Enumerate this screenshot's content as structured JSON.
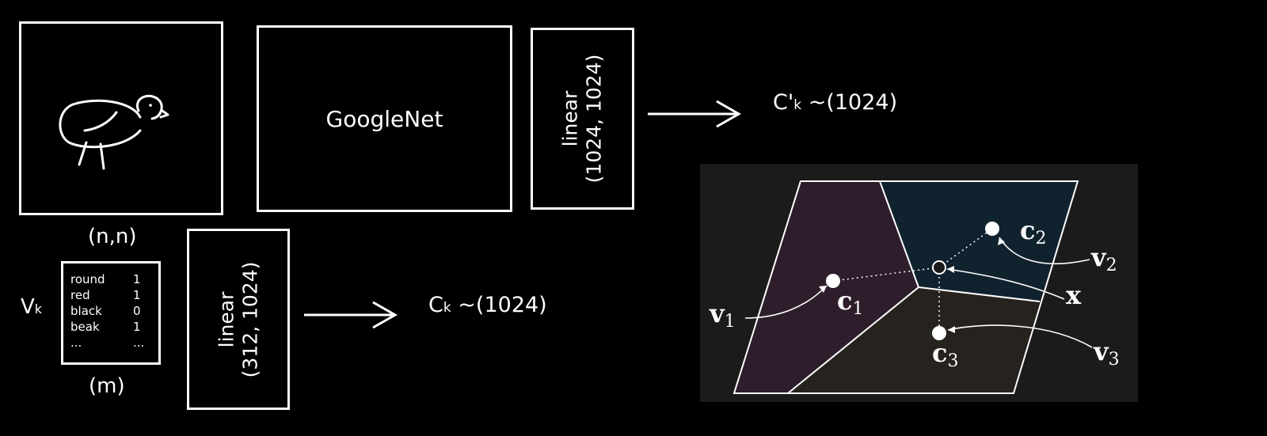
{
  "image_box": {
    "caption": "(n,n)"
  },
  "googlenet": {
    "label": "GoogleNet"
  },
  "linear_top": {
    "line1": "linear",
    "line2": "(1024, 1024)"
  },
  "linear_bottom": {
    "line1": "linear",
    "line2": "(312, 1024)"
  },
  "output_top": {
    "main": "C'",
    "sub": "k",
    "rest": " ~(1024)"
  },
  "output_bottom": {
    "main": "C",
    "sub": "k",
    "rest": " ~(1024)"
  },
  "attribute_vector": {
    "label_main": "V",
    "label_sub": "k",
    "caption": "(m)",
    "rows": [
      {
        "name": "round",
        "value": "1"
      },
      {
        "name": "red",
        "value": "1"
      },
      {
        "name": "black",
        "value": "0"
      },
      {
        "name": "beak",
        "value": "1"
      },
      {
        "name": "...",
        "value": "..."
      }
    ]
  },
  "voronoi": {
    "colors": {
      "region1": "#2e1e2b",
      "region2": "#11222f",
      "region3": "#26221e",
      "panel": "#1b1b1b"
    },
    "labels": {
      "c1": "c",
      "c1_sub": "1",
      "c2": "c",
      "c2_sub": "2",
      "c3": "c",
      "c3_sub": "3",
      "v1": "v",
      "v1_sub": "1",
      "v2": "v",
      "v2_sub": "2",
      "v3": "v",
      "v3_sub": "3",
      "x": "x"
    }
  }
}
